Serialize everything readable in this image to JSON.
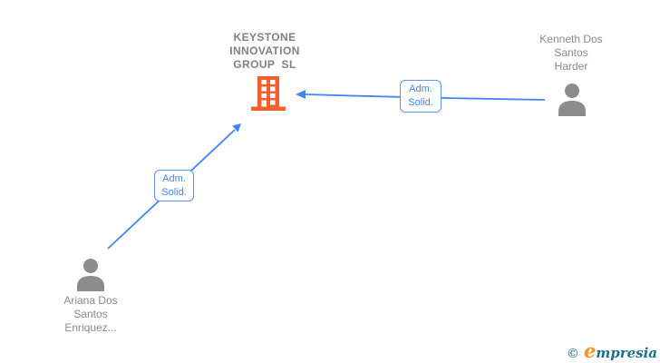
{
  "diagram": {
    "company": {
      "name_lines": [
        "KEYSTONE",
        "INNOVATION",
        "GROUP  SL"
      ],
      "icon": "building-icon"
    },
    "persons": [
      {
        "id": "kenneth",
        "name_lines": [
          "Kenneth Dos",
          "Santos",
          "Harder"
        ],
        "icon": "person-icon"
      },
      {
        "id": "ariana",
        "name_lines": [
          "Ariana Dos",
          "Santos",
          "Enriquez..."
        ],
        "icon": "person-icon"
      }
    ],
    "edges": [
      {
        "from": "kenneth",
        "to": "company",
        "label_lines": [
          "Adm.",
          "Solid."
        ]
      },
      {
        "from": "ariana",
        "to": "company",
        "label_lines": [
          "Adm.",
          "Solid."
        ]
      }
    ]
  },
  "watermark": {
    "copyright": "©",
    "brand_first_letter": "e",
    "brand_rest": "mpresia"
  },
  "colors": {
    "accent_blue": "#4285F4",
    "label_border_blue": "#5B93F0",
    "building_orange": "#F4612E",
    "person_gray": "#8C8C8C",
    "company_text_gray": "#808080",
    "person_text_gray": "#8A8A8A",
    "brand_orange": "#F7941D",
    "brand_teal": "#1D6E8E"
  }
}
